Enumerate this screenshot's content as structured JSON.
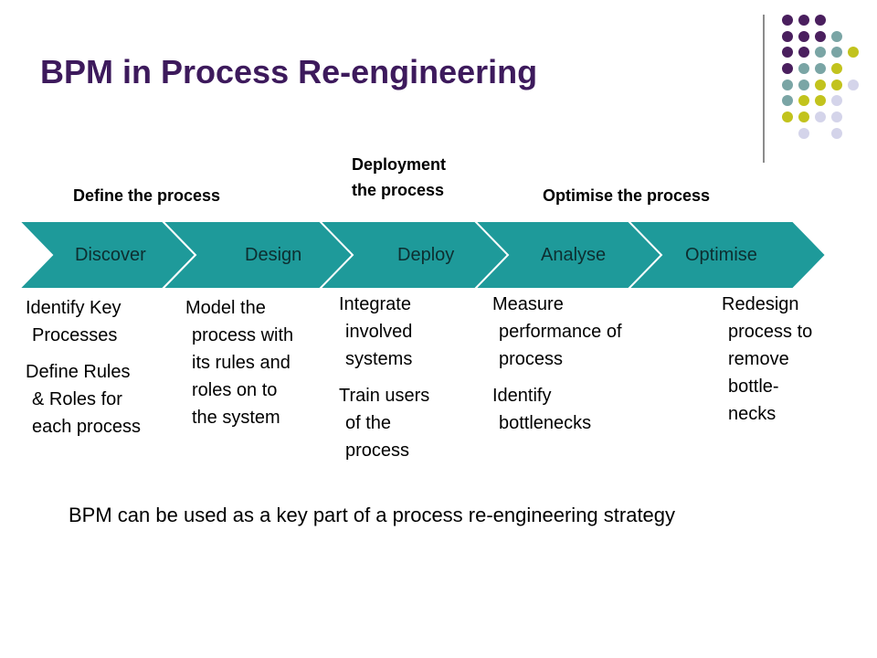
{
  "title": "BPM in Process Re-engineering",
  "colors": {
    "title": "#3d1a5c",
    "chevron_fill": "#1e9a9a",
    "chevron_stroke": "#ffffff",
    "dot_purple": "#4a1f5e",
    "dot_teal": "#7aa5a5",
    "dot_olive": "#c2c31d",
    "dot_lavender": "#d4d4ea"
  },
  "phases": {
    "define": "Define the process",
    "deploy_line1": "Deployment",
    "deploy_line2": "the process",
    "optimise": "Optimise the process"
  },
  "stages": [
    {
      "label": "Discover"
    },
    {
      "label": "Design"
    },
    {
      "label": "Deploy"
    },
    {
      "label": "Analyse"
    },
    {
      "label": "Optimise"
    }
  ],
  "descriptions": {
    "discover": [
      [
        "Identify Key",
        "Processes"
      ],
      [
        "Define Rules",
        "& Roles for",
        "each process"
      ]
    ],
    "design": [
      [
        "Model the",
        "process with",
        "its rules and",
        "roles on to",
        "the system"
      ]
    ],
    "deploy": [
      [
        "Integrate",
        "involved",
        "systems"
      ],
      [
        "Train users",
        "of the",
        "process"
      ]
    ],
    "analyse": [
      [
        "Measure",
        "performance of",
        "process"
      ],
      [
        "Identify",
        "bottlenecks"
      ]
    ],
    "optimise": [
      [
        "Redesign",
        "process to",
        "remove",
        "bottle-",
        "necks"
      ]
    ]
  },
  "footer": "BPM can be used as a key part of a process re-engineering strategy"
}
